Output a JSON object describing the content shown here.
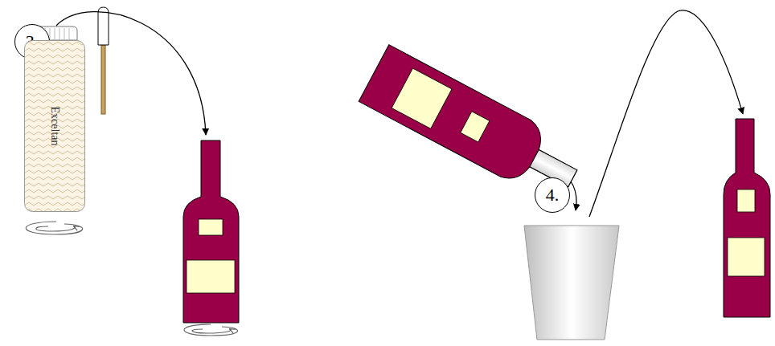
{
  "diagram": {
    "nodes": [
      {
        "text": [
          "3."
        ]
      },
      {
        "text": [
          "Exceltan"
        ]
      },
      {
        "text": [
          "4."
        ]
      }
    ]
  }
}
